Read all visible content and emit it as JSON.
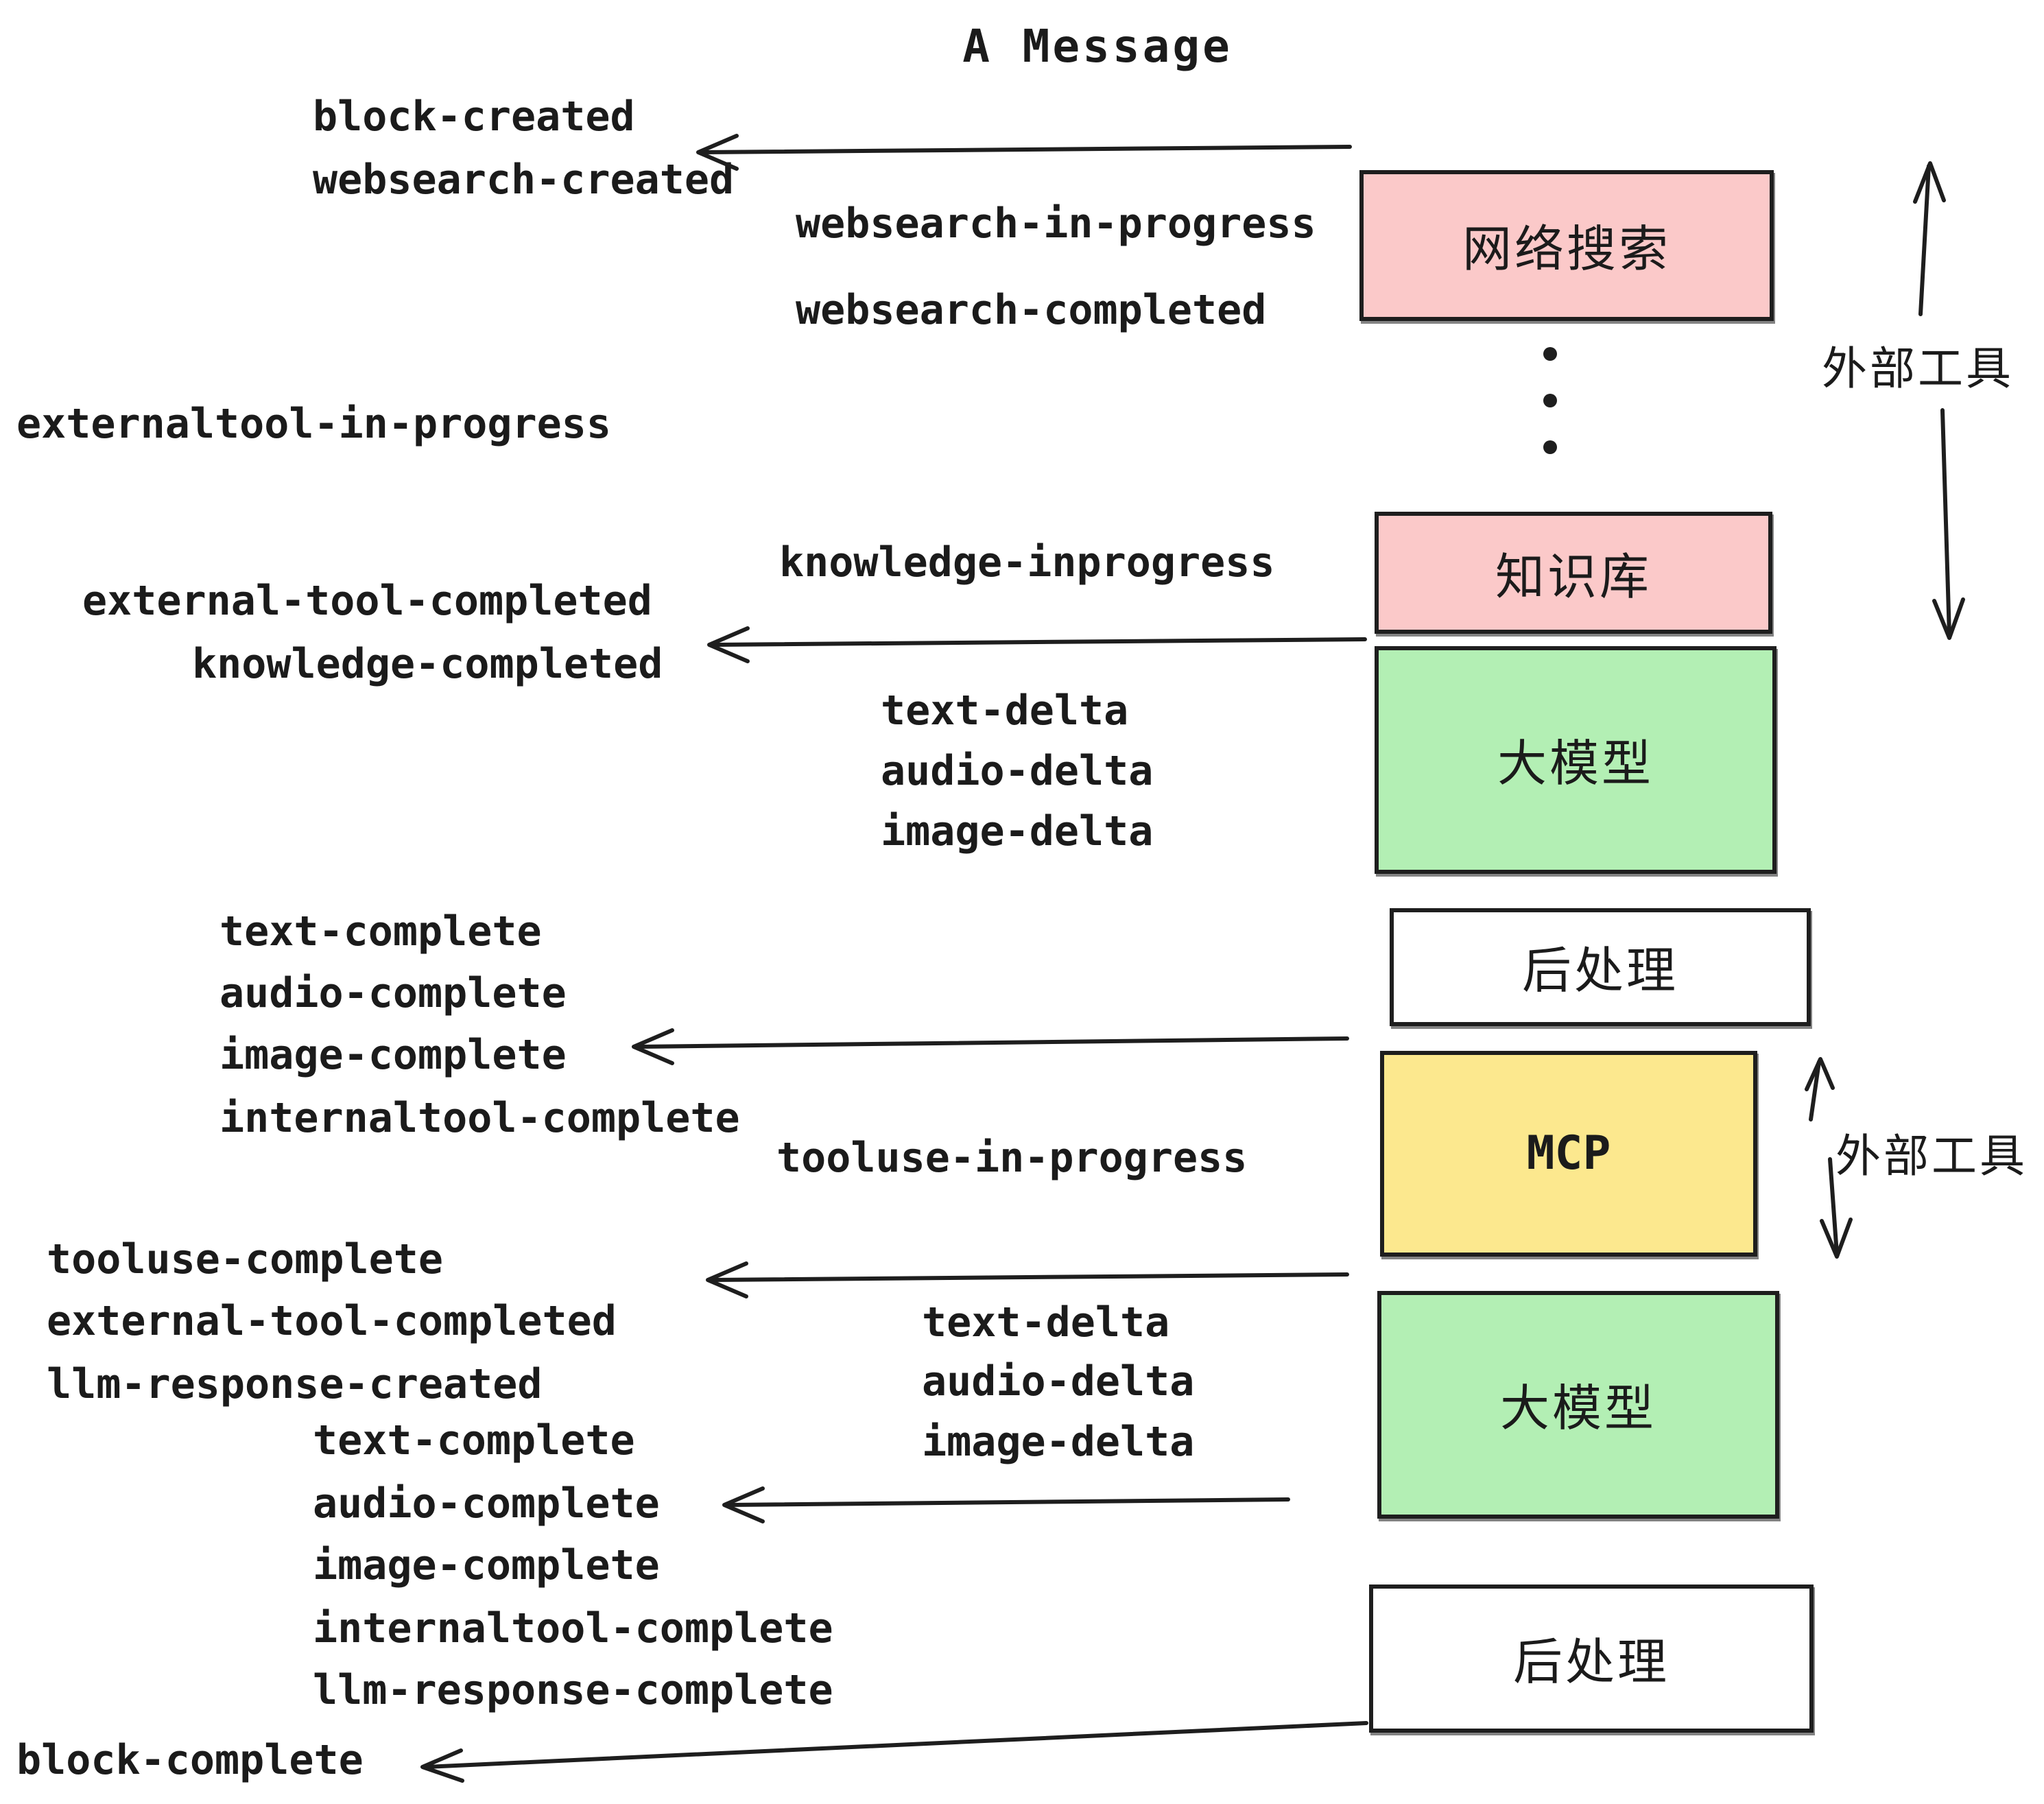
{
  "title": "A Message",
  "palette": {
    "pink": "#fbc9c9",
    "green": "#b3efb4",
    "yellow": "#fce88e",
    "white": "#ffffff",
    "ink": "#1e1e1e"
  },
  "boxes": {
    "websearch": {
      "label": "网络搜索",
      "fill": "pink"
    },
    "knowledge": {
      "label": "知识库",
      "fill": "pink"
    },
    "llm_top": {
      "label": "大模型",
      "fill": "green"
    },
    "postprocess_top": {
      "label": "后处理",
      "fill": "white"
    },
    "mcp": {
      "label": "MCP",
      "fill": "yellow"
    },
    "llm_bottom": {
      "label": "大模型",
      "fill": "green"
    },
    "postprocess_bottom": {
      "label": "后处理",
      "fill": "white"
    }
  },
  "side_labels": {
    "external_tools_top": "外部工具",
    "external_tools_mid": "外部工具"
  },
  "events": {
    "block_created": "block-created",
    "websearch_created": "websearch-created",
    "websearch_in_progress": "websearch-in-progress",
    "websearch_completed": "websearch-completed",
    "externaltool_in_progress": "externaltool-in-progress",
    "knowledge_inprogress": "knowledge-inprogress",
    "external_tool_completed_1": "external-tool-completed",
    "knowledge_completed": "knowledge-completed",
    "text_delta_1": "text-delta",
    "audio_delta_1": "audio-delta",
    "image_delta_1": "image-delta",
    "text_complete_1": "text-complete",
    "audio_complete_1": "audio-complete",
    "image_complete_1": "image-complete",
    "internaltool_complete_1": "internaltool-complete",
    "tooluse_in_progress": "tooluse-in-progress",
    "tooluse_complete": "tooluse-complete",
    "external_tool_completed_2": "external-tool-completed",
    "llm_response_created": "llm-response-created",
    "text_complete_2": "text-complete",
    "audio_complete_2": "audio-complete",
    "image_complete_2": "image-complete",
    "internaltool_complete_2": "internaltool-complete",
    "llm_response_complete": "llm-response-complete",
    "text_delta_2": "text-delta",
    "audio_delta_2": "audio-delta",
    "image_delta_2": "image-delta",
    "block_complete": "block-complete"
  },
  "connectors": [
    {
      "id": "arrow-websearch-to-created",
      "from": "websearch-box",
      "to": "block-created / websearch-created",
      "direction": "left"
    },
    {
      "id": "arrow-knowledge-to-completed",
      "from": "knowledge-box",
      "to": "external-tool-completed / knowledge-completed",
      "direction": "left"
    },
    {
      "id": "arrow-post1-to-image-complete",
      "from": "postprocess-top-box",
      "to": "image-complete",
      "direction": "left"
    },
    {
      "id": "arrow-mcp-to-tooluse-complete",
      "from": "mcp-box",
      "to": "tooluse-complete / external-tool-completed",
      "direction": "left"
    },
    {
      "id": "arrow-llm-to-audio-complete",
      "from": "llm-bottom-box",
      "to": "audio-complete",
      "direction": "left"
    },
    {
      "id": "arrow-post2-to-block-complete",
      "from": "postprocess-bottom-box",
      "to": "block-complete",
      "direction": "left"
    },
    {
      "id": "external-tools-span-top",
      "from": "websearch-box",
      "to": "knowledge-box",
      "direction": "vertical-both"
    },
    {
      "id": "external-tools-span-mid",
      "from": "mcp-box",
      "to": "mcp-box",
      "direction": "vertical-both"
    }
  ]
}
